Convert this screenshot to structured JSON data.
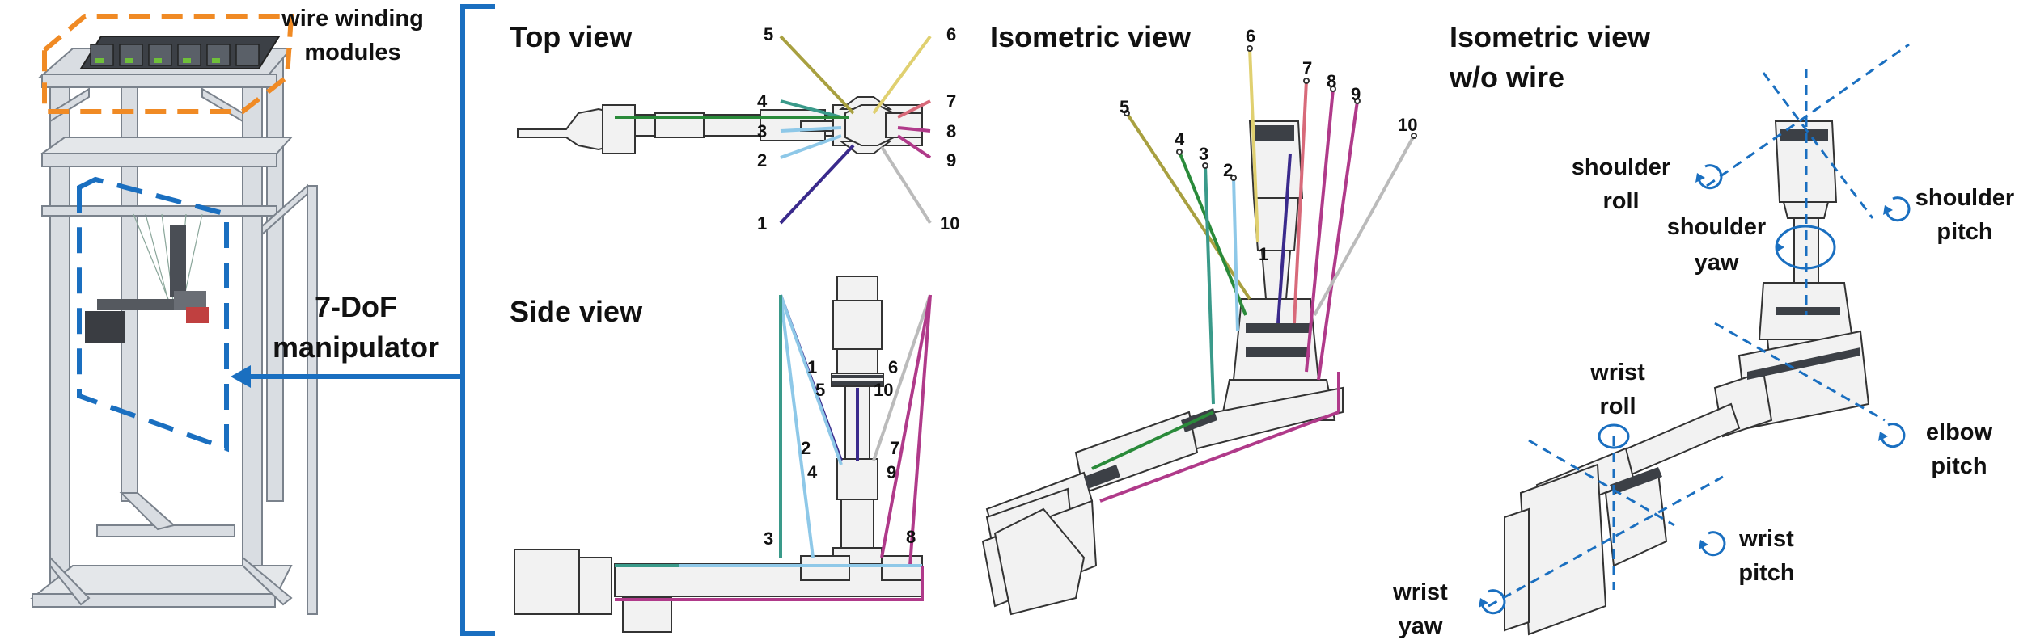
{
  "frame": {
    "label_line1": "wire winding",
    "label_line2": "modules",
    "manipulator_line1": "7-DoF",
    "manipulator_line2": "manipulator"
  },
  "views": {
    "top": "Top view",
    "side": "Side view",
    "iso": "Isometric view",
    "iso_nowire_line1": "Isometric view",
    "iso_nowire_line2": "w/o wire"
  },
  "wire_numbers": [
    "1",
    "2",
    "3",
    "4",
    "5",
    "6",
    "7",
    "8",
    "9",
    "10"
  ],
  "joints": {
    "shoulder_roll": [
      "shoulder",
      "roll"
    ],
    "shoulder_pitch": [
      "shoulder",
      "pitch"
    ],
    "shoulder_yaw": [
      "shoulder",
      "yaw"
    ],
    "elbow_pitch": [
      "elbow",
      "pitch"
    ],
    "wrist_roll": [
      "wrist",
      "roll"
    ],
    "wrist_pitch": [
      "wrist",
      "pitch"
    ],
    "wrist_yaw": [
      "wrist",
      "yaw"
    ]
  },
  "colors": {
    "accent_blue": "#1a6fc0",
    "orange": "#f08a24",
    "wire_1": "#3a2a8c",
    "wire_2": "#8ec8e8",
    "wire_3": "#8ec8e8",
    "wire_4": "#3a9a8a",
    "wire_5": "#a8a040",
    "wire_6": "#e0d070",
    "wire_7": "#d86a7a",
    "wire_8": "#b03a8a",
    "wire_9": "#b03a8a",
    "wire_10": "#bbbbbb"
  }
}
